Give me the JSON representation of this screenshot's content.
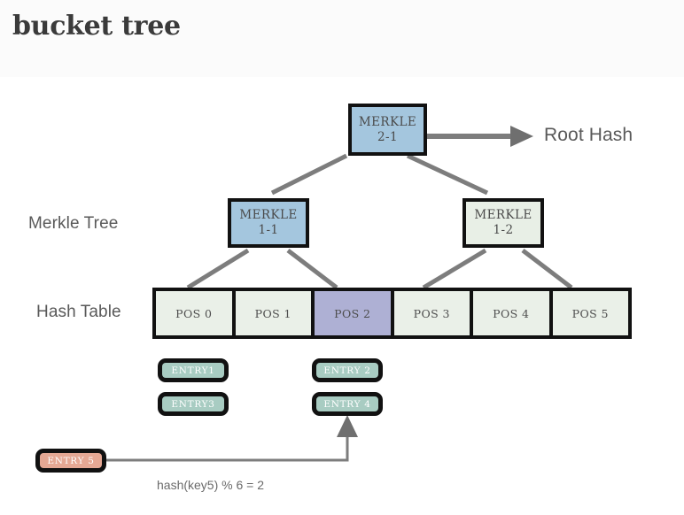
{
  "header": {
    "title": "bucket tree"
  },
  "colors": {
    "page_background": "#ffffff",
    "header_band": "#fbfbfb",
    "merkle_blue": "#a4c6de",
    "merkle_green": "#e8efe6",
    "hash_cell_green": "#eaf0e8",
    "hash_cell_highlight": "#aeb0d4",
    "entry_teal": "#a8ccc2",
    "entry_salmon": "#e5a894",
    "node_border": "#111111",
    "connector_gray": "#7d7d7d",
    "label_gray": "#595959",
    "title_gray": "#3a3a3a"
  },
  "labels": {
    "merkle_tree": "Merkle Tree",
    "hash_table": "Hash Table",
    "root_hash": "Root Hash",
    "hash_formula": "hash(key5) % 6 = 2"
  },
  "merkle_nodes": [
    {
      "id": "merkle-2-1",
      "line1": "MERKLE",
      "line2": "2-1",
      "fill": "#a4c6de",
      "level": 2
    },
    {
      "id": "merkle-1-1",
      "line1": "MERKLE",
      "line2": "1-1",
      "fill": "#a4c6de",
      "level": 1
    },
    {
      "id": "merkle-1-2",
      "line1": "MERKLE",
      "line2": "1-2",
      "fill": "#e8efe6",
      "level": 1
    }
  ],
  "hash_table": {
    "cells": [
      {
        "label": "POS 0",
        "fill": "#eaf0e8",
        "highlighted": false
      },
      {
        "label": "POS 1",
        "fill": "#eaf0e8",
        "highlighted": false
      },
      {
        "label": "POS 2",
        "fill": "#aeb0d4",
        "highlighted": true
      },
      {
        "label": "POS 3",
        "fill": "#eaf0e8",
        "highlighted": false
      },
      {
        "label": "POS 4",
        "fill": "#eaf0e8",
        "highlighted": false
      },
      {
        "label": "POS 5",
        "fill": "#eaf0e8",
        "highlighted": false
      }
    ]
  },
  "entries": [
    {
      "id": "entry-1",
      "label": "ENTRY1",
      "fill": "#a8ccc2",
      "bucket": "POS 0"
    },
    {
      "id": "entry-3",
      "label": "ENTRY3",
      "fill": "#a8ccc2",
      "bucket": "POS 0"
    },
    {
      "id": "entry-2",
      "label": "ENTRY 2",
      "fill": "#a8ccc2",
      "bucket": "POS 2"
    },
    {
      "id": "entry-4",
      "label": "ENTRY 4",
      "fill": "#a8ccc2",
      "bucket": "POS 2"
    },
    {
      "id": "entry-5",
      "label": "ENTRY 5",
      "fill": "#e5a894",
      "bucket": "POS 2"
    }
  ],
  "connections": [
    {
      "from": "merkle-2-1",
      "to": "merkle-1-1"
    },
    {
      "from": "merkle-2-1",
      "to": "merkle-1-2"
    },
    {
      "from": "merkle-2-1",
      "to": "root-hash",
      "arrow": true
    },
    {
      "from": "merkle-1-1",
      "to": "POS 0"
    },
    {
      "from": "merkle-1-1",
      "to": "POS 2"
    },
    {
      "from": "merkle-1-2",
      "to": "POS 3"
    },
    {
      "from": "merkle-1-2",
      "to": "POS 5"
    },
    {
      "from": "entry-5",
      "to": "entry-4",
      "arrow": true
    }
  ]
}
